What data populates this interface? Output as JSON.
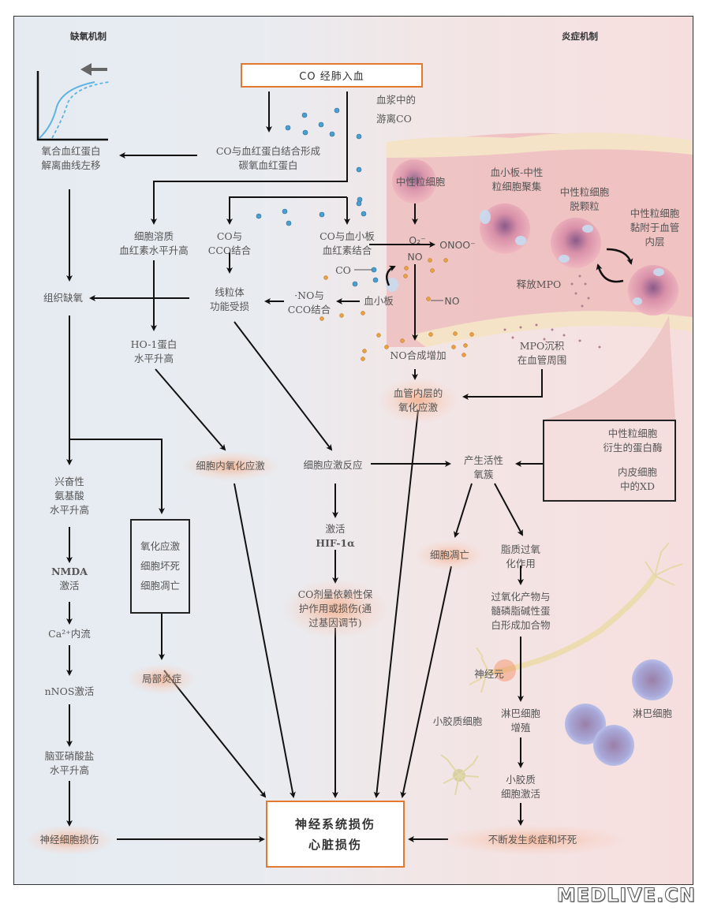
{
  "headers": {
    "hypoxia": "缺氧机制",
    "inflammation": "炎症机制"
  },
  "boxes": {
    "co_entry": "CO 经肺入血",
    "final_line1": "神经系统损伤",
    "final_line2": "心脏损伤",
    "oxidative_box": [
      "氧化应激",
      "细胞坏死",
      "细胞凋亡"
    ],
    "inset_box": [
      "中性粒细胞",
      "衍生的蛋白酶",
      "内皮细胞",
      "中的XD"
    ]
  },
  "labels": {
    "plasma_free_co": [
      "血浆中的",
      "游离CO"
    ],
    "co_hb": [
      "CO与血红蛋白结合形成",
      "碳氧血红蛋白"
    ],
    "curve_shift": [
      "氧合血红蛋白",
      "解离曲线左移"
    ],
    "cytosolic_heme": [
      "细胞溶质",
      "血红素水平升高"
    ],
    "co_cco": [
      "CO与",
      "CCO结合"
    ],
    "co_platelet_heme": [
      "CO与血小板",
      "血红素结合"
    ],
    "tissue_hypoxia": "组织缺氧",
    "mito_damage": [
      "线粒体",
      "功能受损"
    ],
    "no_cco": [
      "·NO与",
      "CCO结合"
    ],
    "platelet": "血小板",
    "co_marker": "CO",
    "no_marker": "NO",
    "ho1": [
      "HO-1蛋白",
      "水平升高"
    ],
    "no_synthesis": "NO合成增加",
    "mpo_deposit": [
      "MPO沉积",
      "在血管周围"
    ],
    "endothelial_ox": [
      "血管内层的",
      "氧化应激"
    ],
    "intracellular_ox": "细胞内氧化应激",
    "cell_stress": "细胞应激反应",
    "ros": [
      "产生活性",
      "氧簇"
    ],
    "excitatory_aa": [
      "兴奋性",
      "氨基酸",
      "水平升高"
    ],
    "nmda": [
      "NMDA",
      "激活"
    ],
    "ca_influx": "Ca²⁺内流",
    "nnos": "nNOS激活",
    "nitrite": [
      "脑亚硝酸盐",
      "水平升高"
    ],
    "neuron_injury": "神经细胞损伤",
    "local_inflammation": "局部炎症",
    "hif": [
      "激活",
      "HIF-1α"
    ],
    "co_dose": [
      "CO剂量依赖性保",
      "护作用或损伤(通",
      "过基因调节)"
    ],
    "apoptosis": "细胞凋亡",
    "lipid_perox": [
      "脂质过氧",
      "化作用"
    ],
    "perox_products": [
      "过氧化产物与",
      "髓磷脂碱性蛋",
      "白形成加合物"
    ],
    "neuron": "神经元",
    "lymph_prolif": [
      "淋巴细胞",
      "增殖"
    ],
    "microglia": "小胶质细胞",
    "lymphocyte": "淋巴细胞",
    "microglia_act": [
      "小胶质",
      "细胞激活"
    ],
    "ongoing_inflam": "不断发生炎症和坏死",
    "neutrophil": "中性粒细胞",
    "superoxide": "O₂⁻",
    "peroxynitrite": "ONOO⁻",
    "platelet_neutrophil": [
      "血小板-中性",
      "粒细胞聚集"
    ],
    "degranulation": [
      "中性粒细胞",
      "脱颗粒"
    ],
    "adhesion": [
      "中性粒细胞",
      "黏附于血管",
      "内层"
    ],
    "release_mpo": "释放MPO"
  },
  "watermark": "MEDLIVE.CN",
  "colors": {
    "accent_orange": "#e2792f",
    "co_dot": "#4a9fd0",
    "no_dot": "#e8a040",
    "curve": "#5fb3e0"
  }
}
